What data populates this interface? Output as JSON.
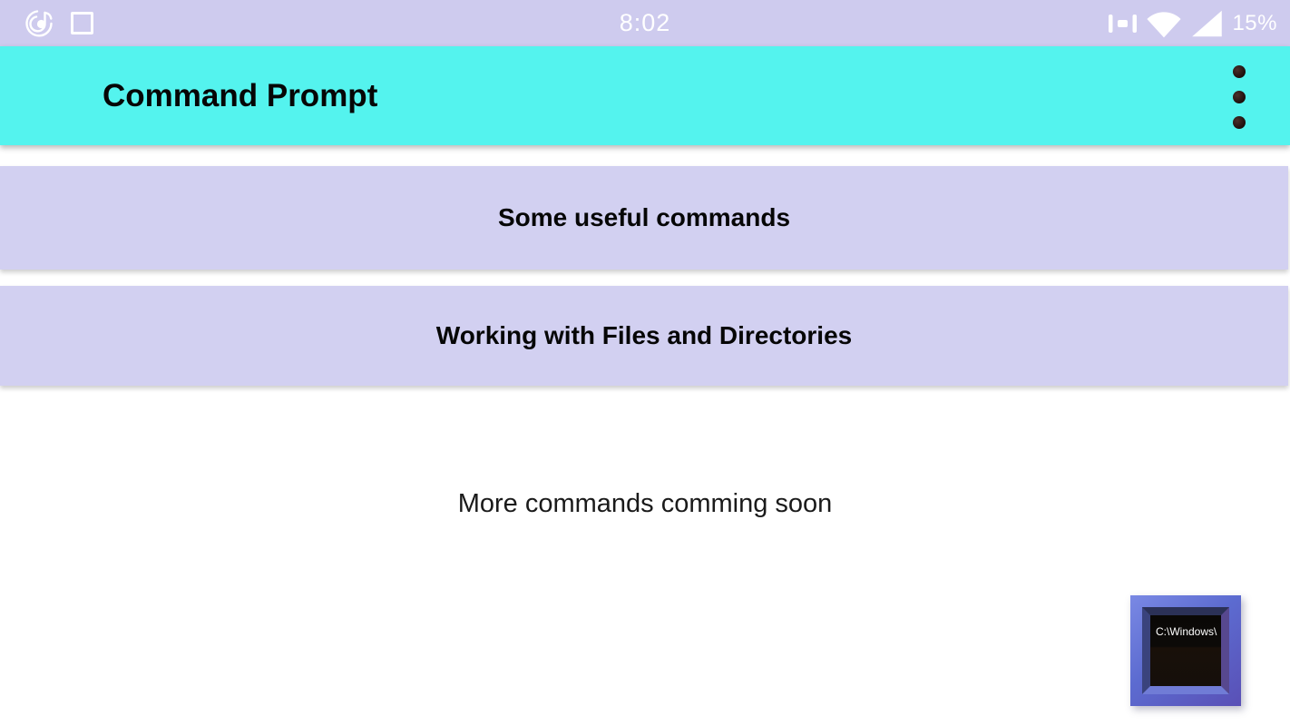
{
  "status_bar": {
    "time": "8:02",
    "battery_percent": "15%",
    "left_icons": [
      {
        "name": "music-note-icon"
      },
      {
        "name": "square-outline-icon"
      }
    ],
    "right_icons": [
      {
        "name": "vibrate-icon"
      },
      {
        "name": "wifi-icon"
      },
      {
        "name": "cellular-signal-icon"
      }
    ]
  },
  "app_bar": {
    "title": "Command Prompt",
    "overflow_menu": "overflow-menu-icon"
  },
  "cards": [
    {
      "label": "Some useful commands"
    },
    {
      "label": "Working with Files and Directories"
    }
  ],
  "footer": {
    "note": "More commands comming soon"
  },
  "app_logo": {
    "screen_text": "C:\\Windows\\"
  },
  "colors": {
    "status_bar_bg": "#cecbee",
    "app_bar_bg": "#54f3ee",
    "card_bg": "#d2d0f1",
    "page_bg": "#ffffff",
    "title_text": "#060606",
    "status_icon_color": "#ffffff",
    "logo_frame_blue": "#5c6bd0",
    "logo_screen_black": "#0b0907"
  }
}
